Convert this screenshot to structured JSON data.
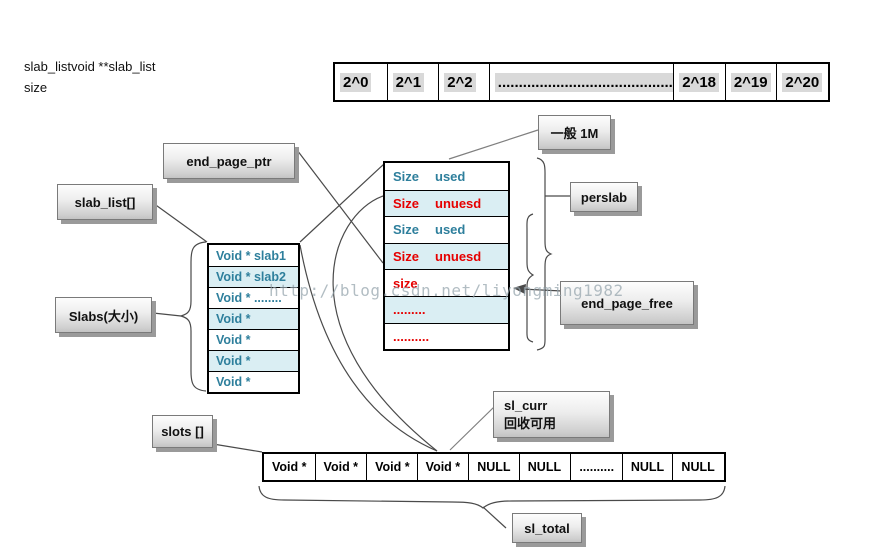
{
  "header": {
    "line1": "slab_listvoid **slab_list",
    "line2": "size"
  },
  "watermark": "http://blog.csdn.net/liyongming1982",
  "top_table": {
    "cells": [
      "2^0",
      "2^1",
      "2^2",
      "..........................................",
      "2^18",
      "2^19",
      "2^20"
    ]
  },
  "slab_table": {
    "rows": [
      "Void * slab1",
      "Void * slab2",
      "Void * ........",
      "Void *",
      "Void *",
      "Void *",
      "Void *"
    ]
  },
  "size_table": {
    "rows": [
      {
        "label": "Size",
        "value": "used"
      },
      {
        "label": "Size",
        "value": "unuesd"
      },
      {
        "label": "Size",
        "value": "used"
      },
      {
        "label": "Size",
        "value": "unuesd"
      },
      {
        "label": "size",
        "value": ""
      },
      {
        "label": ".........",
        "value": ""
      },
      {
        "label": "..........",
        "value": ""
      }
    ]
  },
  "bottom_table": {
    "cells": [
      "Void *",
      "Void *",
      "Void *",
      "Void *",
      "NULL",
      "NULL",
      "..........",
      "NULL",
      "NULL"
    ]
  },
  "labels": {
    "end_page_ptr": "end_page_ptr",
    "slab_list": "slab_list[]",
    "general_1m": "一般 1M",
    "perslab": "perslab",
    "end_page_free": "end_page_free",
    "slabs_size": "Slabs(大小)",
    "slots": "slots []",
    "sl_curr_line1": "sl_curr",
    "sl_curr_line2": "回收可用",
    "sl_total": "sl_total"
  },
  "colors": {
    "teal_text": "#2E7F9C",
    "red_text": "#E60000",
    "row_shade": "#DAEEF3",
    "cell_highlight": "#D9D9D9",
    "connector": "#4a4a4a"
  }
}
